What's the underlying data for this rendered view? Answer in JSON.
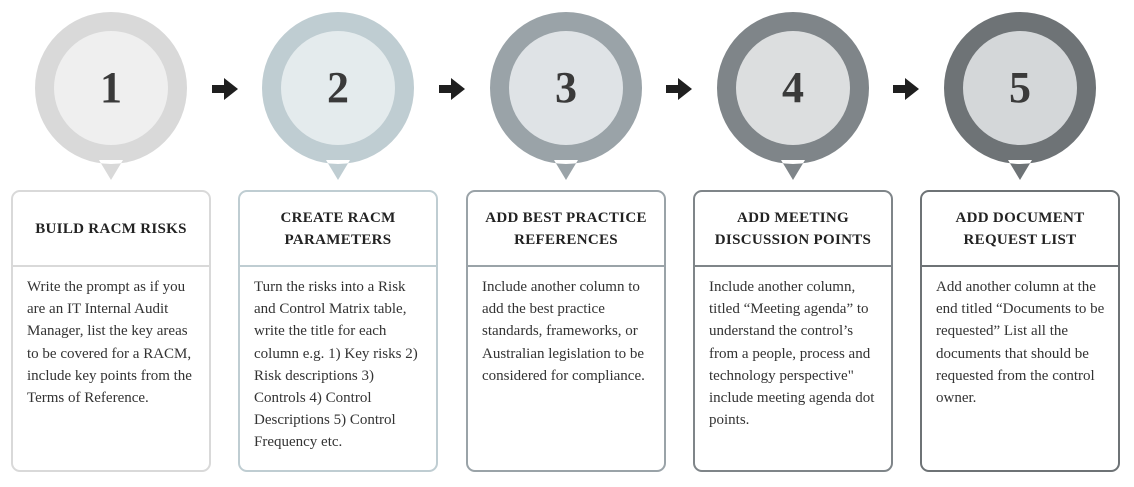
{
  "steps": [
    {
      "number": "1",
      "title": "BUILD RACM RISKS",
      "description": "Write the prompt as if you are an IT Internal Audit Manager, list the key areas to be covered for a RACM, include key points from the Terms of Reference.",
      "colors": {
        "outer": "#d9d9d9",
        "inner": "#efefef",
        "border": "#d9d9d9"
      }
    },
    {
      "number": "2",
      "title": "CREATE RACM PARAMETERS",
      "description": "Turn the risks into a Risk and Control Matrix table, write the title for each column e.g. 1) Key risks 2) Risk descriptions 3) Controls 4) Control Descriptions 5) Control Frequency etc.",
      "colors": {
        "outer": "#bfcdd2",
        "inner": "#e4ebed",
        "border": "#bfcdd2"
      }
    },
    {
      "number": "3",
      "title": "ADD BEST PRACTICE REFERENCES",
      "description": "Include another column to add the  best practice standards, frameworks, or Australian legislation to be considered for compliance.",
      "colors": {
        "outer": "#9aa3a8",
        "inner": "#dfe3e6",
        "border": "#9aa3a8"
      }
    },
    {
      "number": "4",
      "title": "ADD MEETING DISCUSSION POINTS",
      "description": "Include another column, titled “Meeting agenda” to understand the control’s from a people, process and technology perspective\" include meeting agenda dot points.",
      "colors": {
        "outer": "#7f8589",
        "inner": "#dcdedf",
        "border": "#7f8589"
      }
    },
    {
      "number": "5",
      "title": "ADD DOCUMENT REQUEST LIST",
      "description": "Add another column at the end titled “Documents to be requested” List all the documents that should be requested from the control owner.",
      "colors": {
        "outer": "#6e7376",
        "inner": "#d4d7d9",
        "border": "#6e7376"
      }
    }
  ],
  "connector_color": "#1f1f1f"
}
